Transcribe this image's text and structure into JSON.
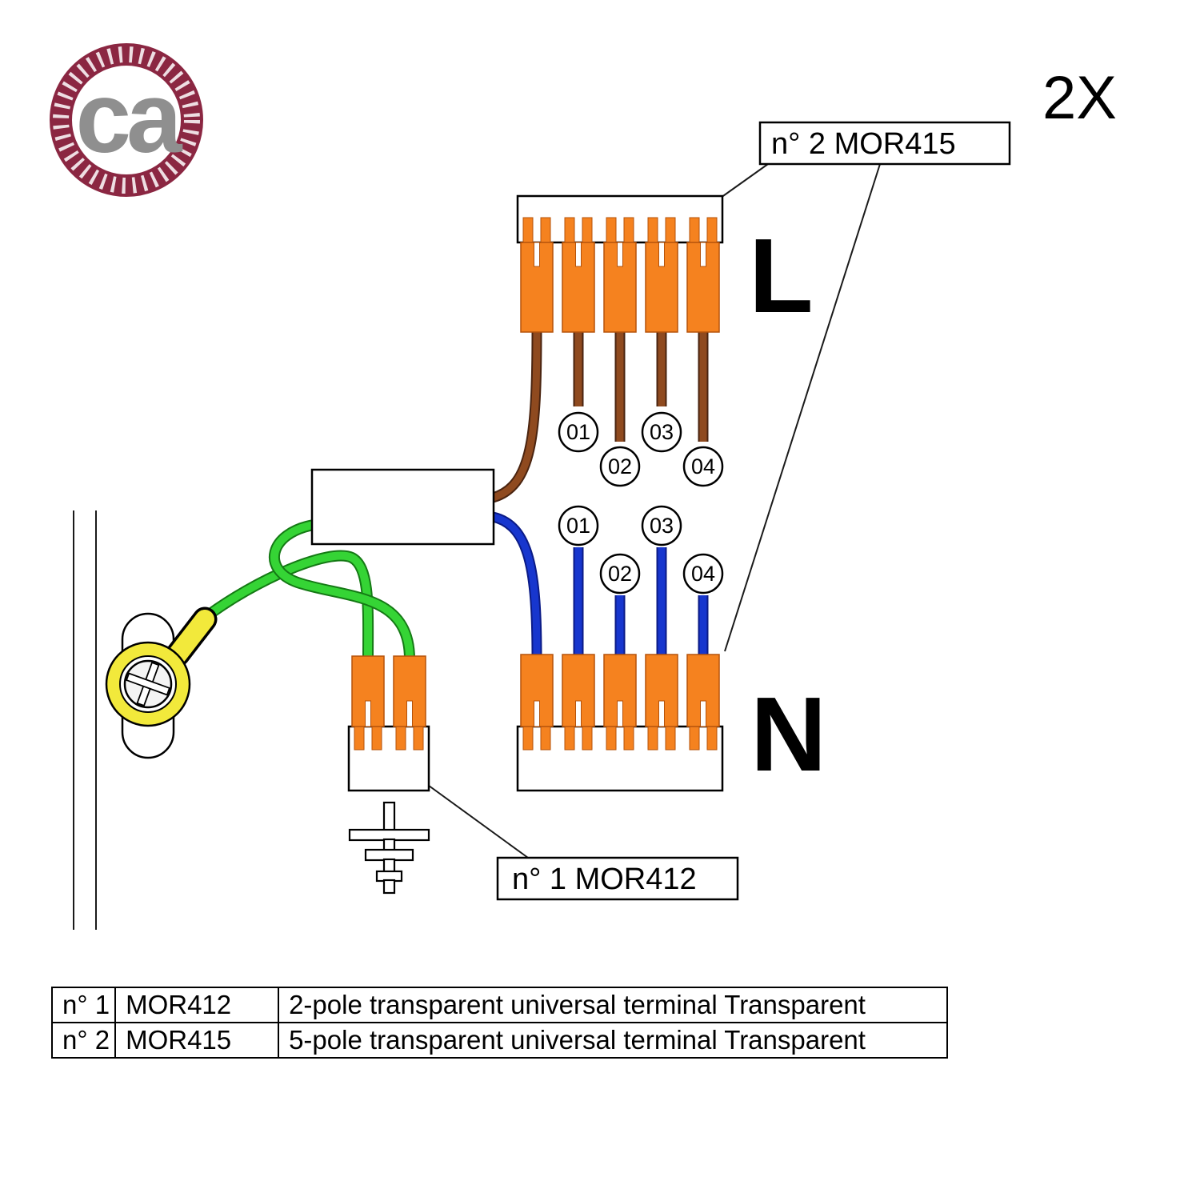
{
  "page": {
    "quantity": "2X"
  },
  "logo": {
    "text": "ca"
  },
  "callouts": {
    "five_pole": "n° 2 MOR415",
    "two_pole": "n° 1 MOR412"
  },
  "terminals": {
    "phase_label": "L",
    "neutral_label": "N"
  },
  "wire_markers": {
    "phase": [
      "01",
      "02",
      "03",
      "04"
    ],
    "neutral": [
      "01",
      "02",
      "03",
      "04"
    ]
  },
  "parts_table": {
    "rows": [
      {
        "qty": "n° 1",
        "code": "MOR412",
        "description": "2-pole transparent universal terminal Transparent"
      },
      {
        "qty": "n° 2",
        "code": "MOR415",
        "description": "5-pole transparent universal terminal Transparent"
      }
    ]
  },
  "colors": {
    "connector_orange": "#F5821F",
    "connector_edge": "#B5520A",
    "wire_brown": "#8F4A1F",
    "wire_blue": "#1736CE",
    "wire_green": "#35D435",
    "earth_yellow": "#F2E93B",
    "logo_maroon": "#8B2742",
    "logo_gray": "#8F8F8F"
  }
}
